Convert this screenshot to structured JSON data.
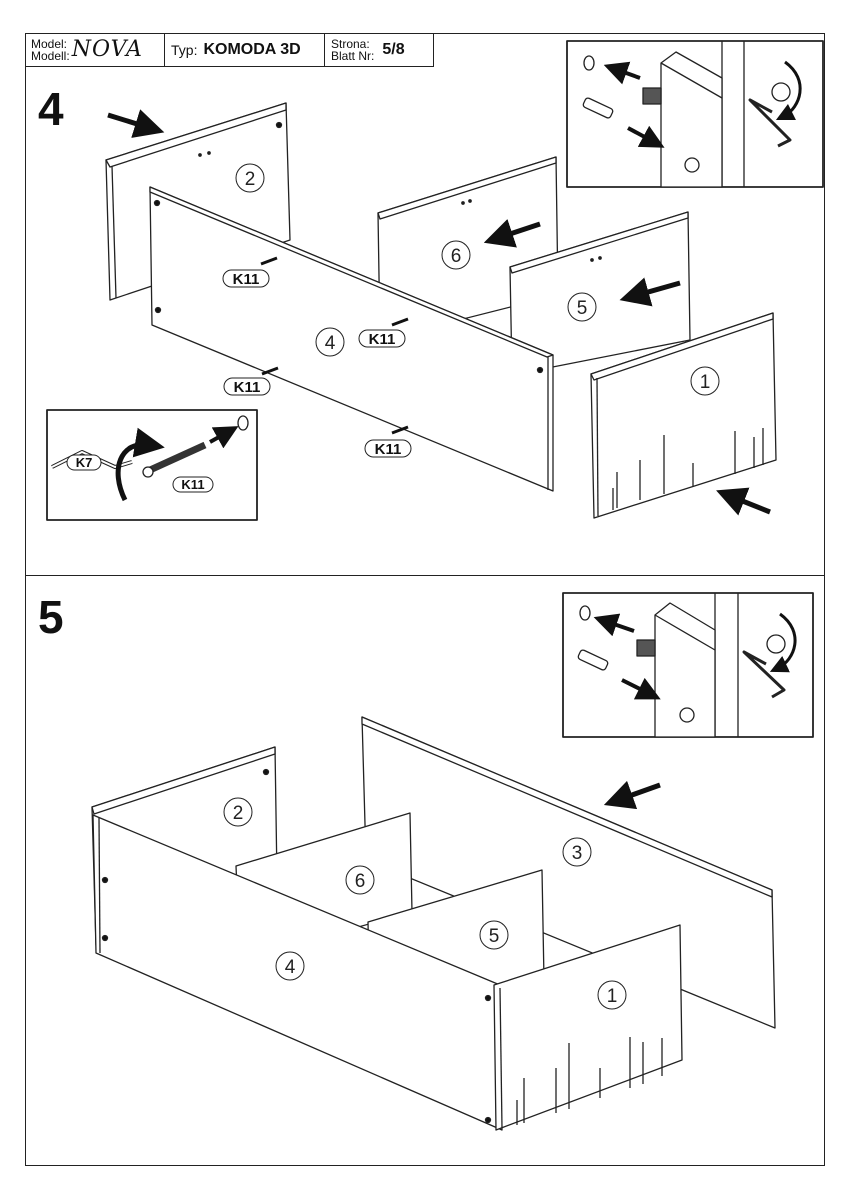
{
  "header": {
    "model_label_1": "Model:",
    "model_label_2": "Modell:",
    "model_name": "NOVA",
    "type_label": "Typ:",
    "type_value": "KOMODA 3D",
    "page_label_1": "Strona:",
    "page_label_2": "Blatt Nr:",
    "page_value": "5/8"
  },
  "steps": [
    {
      "number": "4",
      "parts": [
        "1",
        "2",
        "4",
        "5",
        "6"
      ],
      "fastener_labels": [
        "K11",
        "K11",
        "K11",
        "K11"
      ],
      "detail_inset": {
        "tool_label": "K7",
        "fastener_label": "K11"
      },
      "cam_lock_inset": "cam-dowel-and-hex-key"
    },
    {
      "number": "5",
      "parts": [
        "1",
        "2",
        "3",
        "4",
        "5",
        "6"
      ],
      "cam_lock_inset": "cam-dowel-and-hex-key"
    }
  ]
}
